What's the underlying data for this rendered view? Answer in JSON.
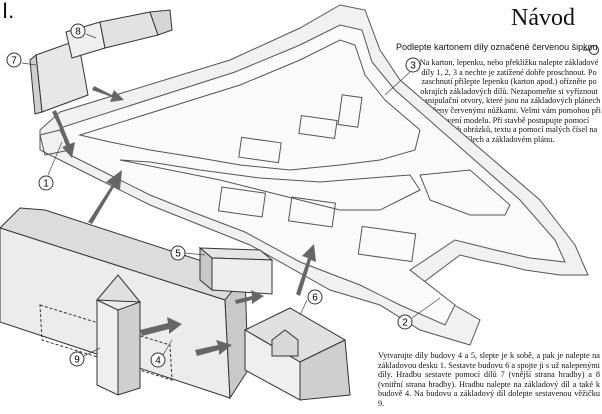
{
  "page": {
    "section_number": "I.",
    "title": "Návod"
  },
  "legend": {
    "text": "Podlepte kartonem díly označené červenou šipkou",
    "icon": "red-arrow-icon"
  },
  "instructions": {
    "paragraph_1": "Na karton, lepenku, nebo překližku nalepte základové díly 1, 2, 3 a nechte je zatížené dobře proschnout. Po zaschnutí přilepte lepenku (karton apod.) ořízněte po okrajích základových dílů. Nezapomeňte si vyříznout manipulační otvory, které jsou na základových plánech označeny červenými nůžkami. Velmi vám pomohou při zhotovení modelu. Při stavbě postupujte pomocí návodových obrázků, textu a pomocí malých čísel na dílech a základovém plánu.",
    "paragraph_2": "Vytvarujte díly budovy 4 a 5, slepte je k sobě, a pak je nalepte na základovou desku 1. Sestavte budovu 6 a spojte ji s už nalepenými díly. Hradbu sestavte pomocí dílů 7 (vnější strana hradby) a 8 (vnitřní strana hradby). Hradbu nalepte na základový díl a také k budově 4. Na budovu a základový díl dolepte sestavenou věžičku 9."
  },
  "callouts": [
    "1",
    "2",
    "3",
    "4",
    "5",
    "6",
    "7",
    "8",
    "9"
  ]
}
